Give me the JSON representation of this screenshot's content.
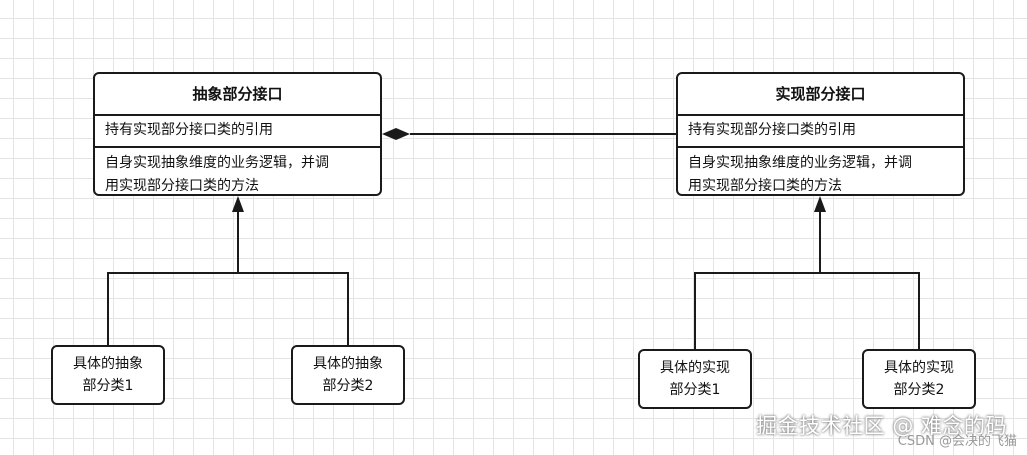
{
  "abstraction": {
    "title": "抽象部分接口",
    "field": "持有实现部分接口类的引用",
    "method_line1": "自身实现抽象维度的业务逻辑，并调",
    "method_line2": "用实现部分接口类的方法"
  },
  "implementor": {
    "title": "实现部分接口",
    "field": "持有实现部分接口类的引用",
    "method_line1": "自身实现抽象维度的业务逻辑，并调",
    "method_line2": "用实现部分接口类的方法"
  },
  "leaves": {
    "abstract1": {
      "line1": "具体的抽象",
      "line2": "部分类1"
    },
    "abstract2": {
      "line1": "具体的抽象",
      "line2": "部分类2"
    },
    "impl1": {
      "line1": "具体的实现",
      "line2": "部分类1"
    },
    "impl2": {
      "line1": "具体的实现",
      "line2": "部分类2"
    }
  },
  "watermark": {
    "main": "掘金技术社区 @ 难念的码",
    "sub": "CSDN @会决的飞猫"
  },
  "colors": {
    "line": "#1a1a1a",
    "grid": "#e4e4e4"
  }
}
